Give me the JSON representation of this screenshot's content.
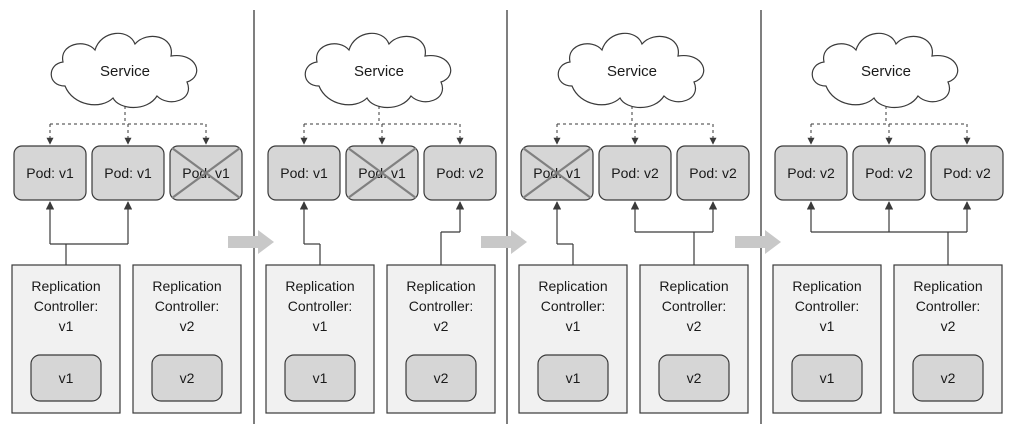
{
  "service_label": "Service",
  "stages": [
    {
      "pods": [
        {
          "label": "Pod: v1",
          "terminated": false
        },
        {
          "label": "Pod: v1",
          "terminated": false
        },
        {
          "label": "Pod: v1",
          "terminated": true
        }
      ],
      "controllers": [
        {
          "lines": [
            "Replication",
            "Controller:",
            "v1"
          ],
          "inner": "v1"
        },
        {
          "lines": [
            "Replication",
            "Controller:",
            "v2"
          ],
          "inner": "v2"
        }
      ]
    },
    {
      "pods": [
        {
          "label": "Pod: v1",
          "terminated": false
        },
        {
          "label": "Pod: v1",
          "terminated": true
        },
        {
          "label": "Pod: v2",
          "terminated": false
        }
      ],
      "controllers": [
        {
          "lines": [
            "Replication",
            "Controller:",
            "v1"
          ],
          "inner": "v1"
        },
        {
          "lines": [
            "Replication",
            "Controller:",
            "v2"
          ],
          "inner": "v2"
        }
      ]
    },
    {
      "pods": [
        {
          "label": "Pod: v1",
          "terminated": true
        },
        {
          "label": "Pod: v2",
          "terminated": false
        },
        {
          "label": "Pod: v2",
          "terminated": false
        }
      ],
      "controllers": [
        {
          "lines": [
            "Replication",
            "Controller:",
            "v1"
          ],
          "inner": "v1"
        },
        {
          "lines": [
            "Replication",
            "Controller:",
            "v2"
          ],
          "inner": "v2"
        }
      ]
    },
    {
      "pods": [
        {
          "label": "Pod: v2",
          "terminated": false
        },
        {
          "label": "Pod: v2",
          "terminated": false
        },
        {
          "label": "Pod: v2",
          "terminated": false
        }
      ],
      "controllers": [
        {
          "lines": [
            "Replication",
            "Controller:",
            "v1"
          ],
          "inner": "v1"
        },
        {
          "lines": [
            "Replication",
            "Controller:",
            "v2"
          ],
          "inner": "v2"
        }
      ]
    }
  ],
  "controller_links": [
    {
      "v1": [
        0,
        1
      ],
      "v2": []
    },
    {
      "v1": [
        0
      ],
      "v2": [
        2
      ]
    },
    {
      "v1": [
        0
      ],
      "v2": [
        1,
        2
      ]
    },
    {
      "v1": [],
      "v2": [
        0,
        1,
        2
      ]
    }
  ],
  "colors": {
    "pod_fill": "#d6d6d6",
    "controller_fill": "#f1f1f1",
    "inner_fill": "#d6d6d6",
    "stroke": "#3a3a3a",
    "divider": "#555555",
    "arrow": "#c8c8c8",
    "cross": "#808080",
    "cloud_fill": "#ffffff"
  }
}
